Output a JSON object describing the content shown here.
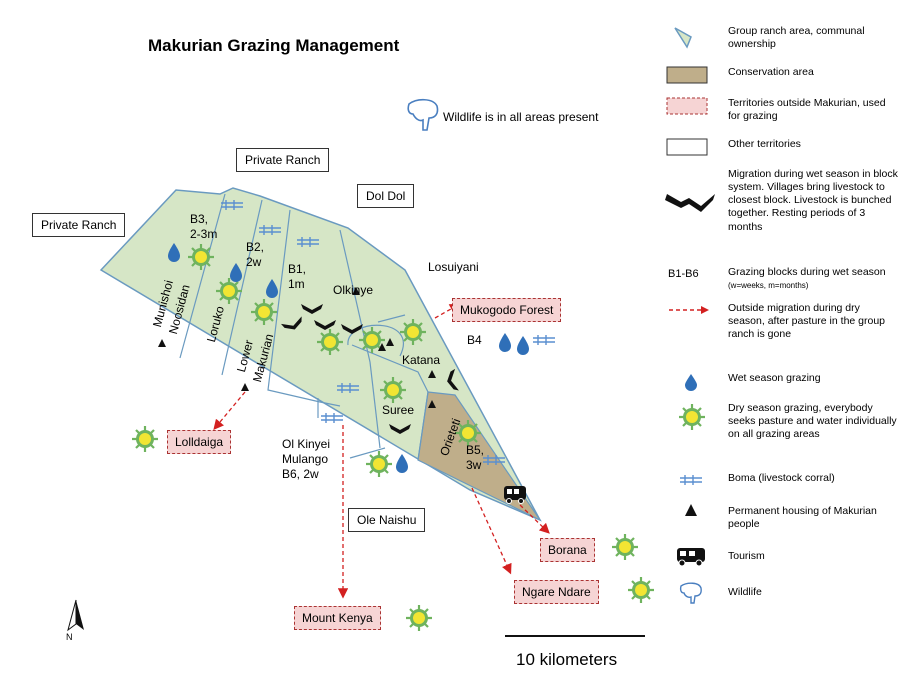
{
  "title": "Makurian Grazing Management",
  "wildlife_note": "Wildlife is in all areas present",
  "territories": {
    "private_ranch_top": "Private Ranch",
    "private_ranch_left": "Private Ranch",
    "dol_dol": "Dol Dol",
    "ole_naishu": "Ole Naishu"
  },
  "outside_areas": {
    "mukogodo": "Mukogodo Forest",
    "lolldaiga": "Lolldaiga",
    "mount_kenya": "Mount Kenya",
    "borana": "Borana",
    "ngare_ndare": "Ngare Ndare"
  },
  "areas": {
    "munishoi": "Munishoi",
    "noosidan": "Noosidan",
    "loruko": "Loruko",
    "lower": "Lower",
    "makurian": "Makurian",
    "olkinye": "Olkinye",
    "losuiyani": "Losuiyani",
    "katana": "Katana",
    "suree": "Suree",
    "orieteti": "Orieteti",
    "ol_kinyei": "Ol Kinyei",
    "mulango": "Mulango"
  },
  "blocks": {
    "b3": "B3,",
    "b3_dur": "2-3m",
    "b2": "B2,",
    "b2_dur": "2w",
    "b1": "B1,",
    "b1_dur": "1m",
    "b4": "B4",
    "b5": "B5,",
    "b5_dur": "3w",
    "b6": "B6, 2w"
  },
  "scale": "10 kilometers",
  "north": "N",
  "legend": [
    {
      "icon": "group-ranch-area-icon",
      "text": "Group ranch area, communal ownership"
    },
    {
      "icon": "conservation-area-icon",
      "text": "Conservation area"
    },
    {
      "icon": "outside-territory-icon",
      "text": "Territories outside Makurian, used for grazing"
    },
    {
      "icon": "other-territory-icon",
      "text": "Other territories"
    },
    {
      "icon": "wet-migration-icon",
      "text": "Migration during wet season in block system. Villages bring livestock to closest block. Livestock is bunched together. Resting periods of 3 months"
    },
    {
      "code": "B1-B6",
      "text": "Grazing blocks during wet season",
      "note": "(w=weeks, m=months)"
    },
    {
      "icon": "outside-migration-icon",
      "text": "Outside migration during dry season, after pasture in the group ranch is gone"
    },
    {
      "icon": "wet-grazing-icon",
      "text": "Wet season grazing"
    },
    {
      "icon": "dry-grazing-icon",
      "text": "Dry season grazing, everybody seeks pasture and water individually on all grazing areas"
    },
    {
      "icon": "boma-icon",
      "text": "Boma (livestock corral)"
    },
    {
      "icon": "housing-icon",
      "text": "Permanent housing of Makurian people"
    },
    {
      "icon": "tourism-icon",
      "text": "Tourism"
    },
    {
      "icon": "wildlife-icon",
      "text": "Wildlife"
    }
  ],
  "colors": {
    "ranch_fill": "#d6e6c6",
    "ranch_stroke": "#6a9ac0",
    "conservation_fill": "#bfae8a",
    "outside_fill": "#f6d4d4",
    "wet_grazing": "#2f6fb8",
    "dry_grazing": "#f2e533",
    "migration_arrow": "#d32020"
  }
}
